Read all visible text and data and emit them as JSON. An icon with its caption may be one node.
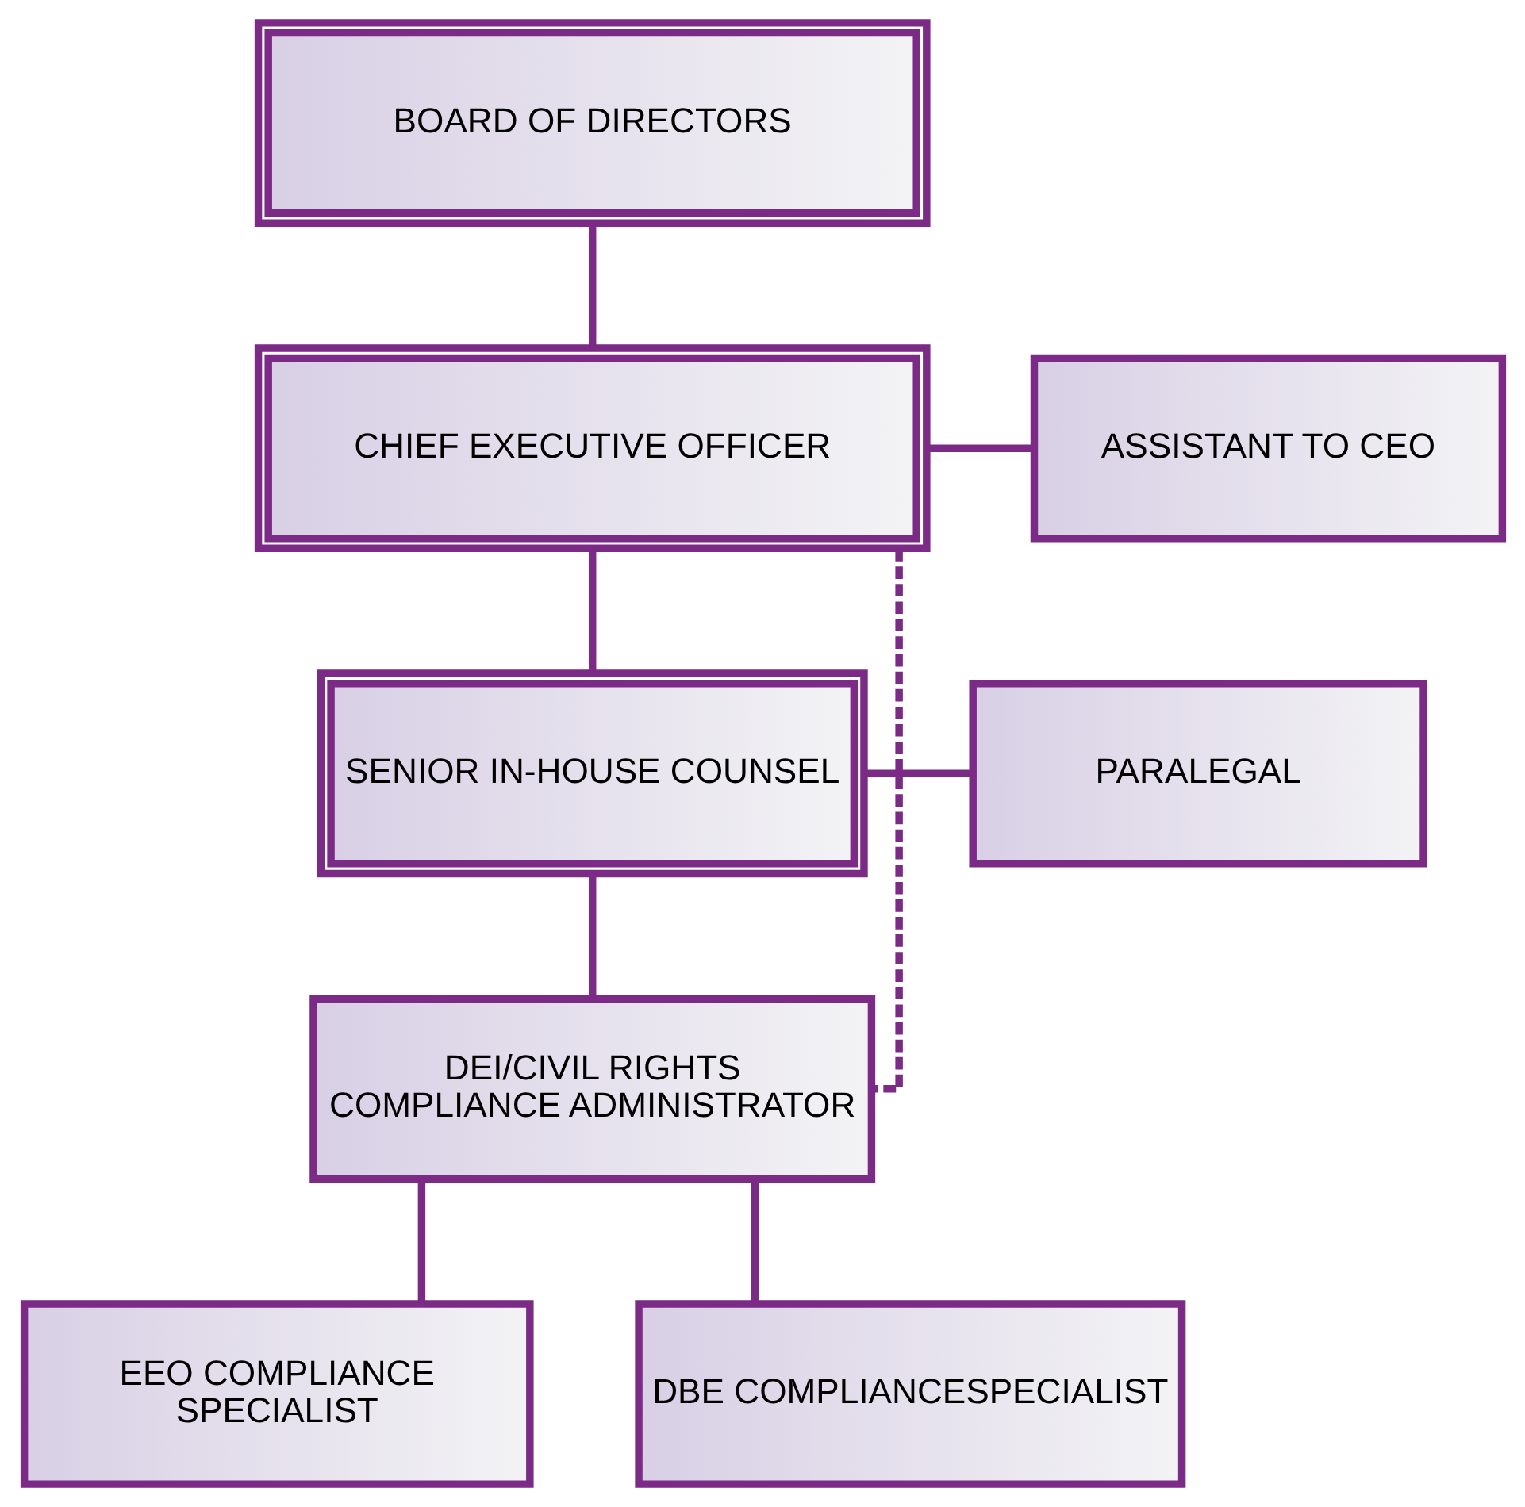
{
  "diagram": {
    "nodes": [
      {
        "text": [
          "BOARD OF DIRECTORS"
        ]
      },
      {
        "text": [
          "CHIEF EXECUTIVE OFFICER"
        ]
      },
      {
        "text": [
          "ASSISTANT TO CEO"
        ]
      },
      {
        "text": [
          "SENIOR IN-HOUSE COUNSEL"
        ]
      },
      {
        "text": [
          "PARALEGAL"
        ]
      },
      {
        "text": [
          "DEI/CIVIL RIGHTS COMPLIANCE ADMINISTRATOR"
        ]
      },
      {
        "text": [
          "EEO COMPLIANCE SPECIALIST"
        ]
      },
      {
        "text": [
          "DBE COMPLIANCESPECIALIST"
        ]
      }
    ],
    "edges": [
      {
        "from": 0,
        "to": 1,
        "arrow": "none"
      },
      {
        "from": 1,
        "to": 2,
        "arrow": "none"
      },
      {
        "from": 1,
        "to": 3,
        "arrow": "none"
      },
      {
        "from": 3,
        "to": 4,
        "arrow": "none"
      },
      {
        "from": 3,
        "to": 5,
        "arrow": "none"
      },
      {
        "from": 1,
        "to": 5,
        "arrow": "none",
        "style": "dashed"
      },
      {
        "from": 5,
        "to": 6,
        "arrow": "none"
      },
      {
        "from": 5,
        "to": 7,
        "arrow": "none"
      }
    ]
  }
}
